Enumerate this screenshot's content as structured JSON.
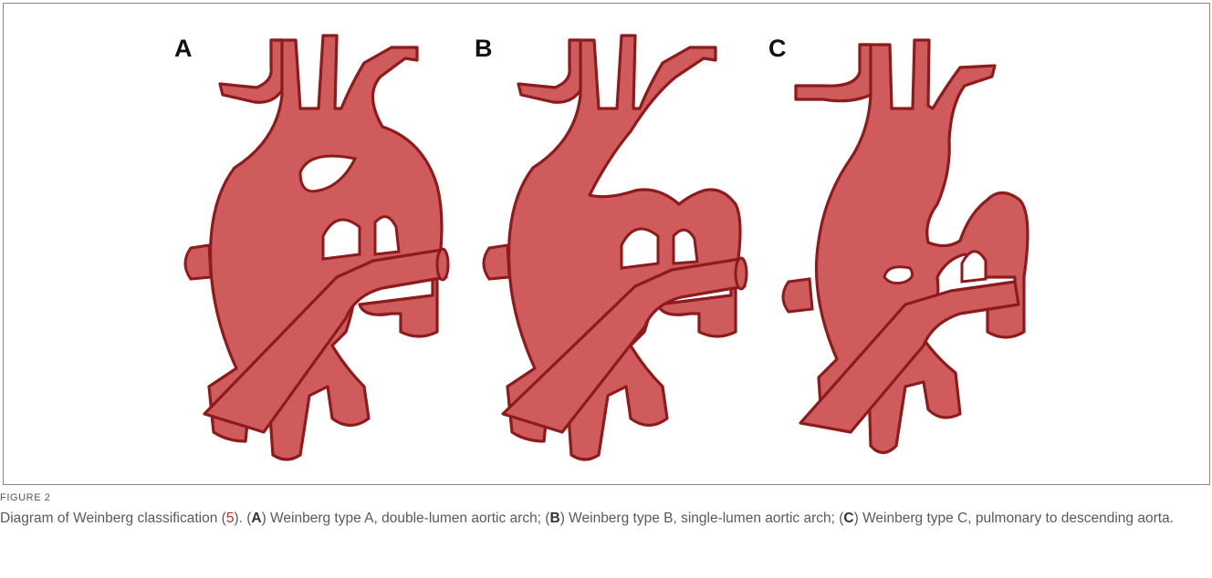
{
  "figure": {
    "panels": [
      {
        "letter": "A"
      },
      {
        "letter": "B"
      },
      {
        "letter": "C"
      }
    ],
    "colors": {
      "vessel_fill": "#cf5b5d",
      "vessel_stroke": "#8e1a1c"
    },
    "caption": {
      "label": "FIGURE 2",
      "intro": "Diagram of Weinberg classification (",
      "ref": "5",
      "after_ref": "). (",
      "a": "A",
      "a_text": ") Weinberg type A, double-lumen aortic arch; (",
      "b": "B",
      "b_text": ") Weinberg type B, single-lumen aortic arch; (",
      "c": "C",
      "c_text": ") Weinberg type C, pulmonary to descending aorta."
    }
  }
}
